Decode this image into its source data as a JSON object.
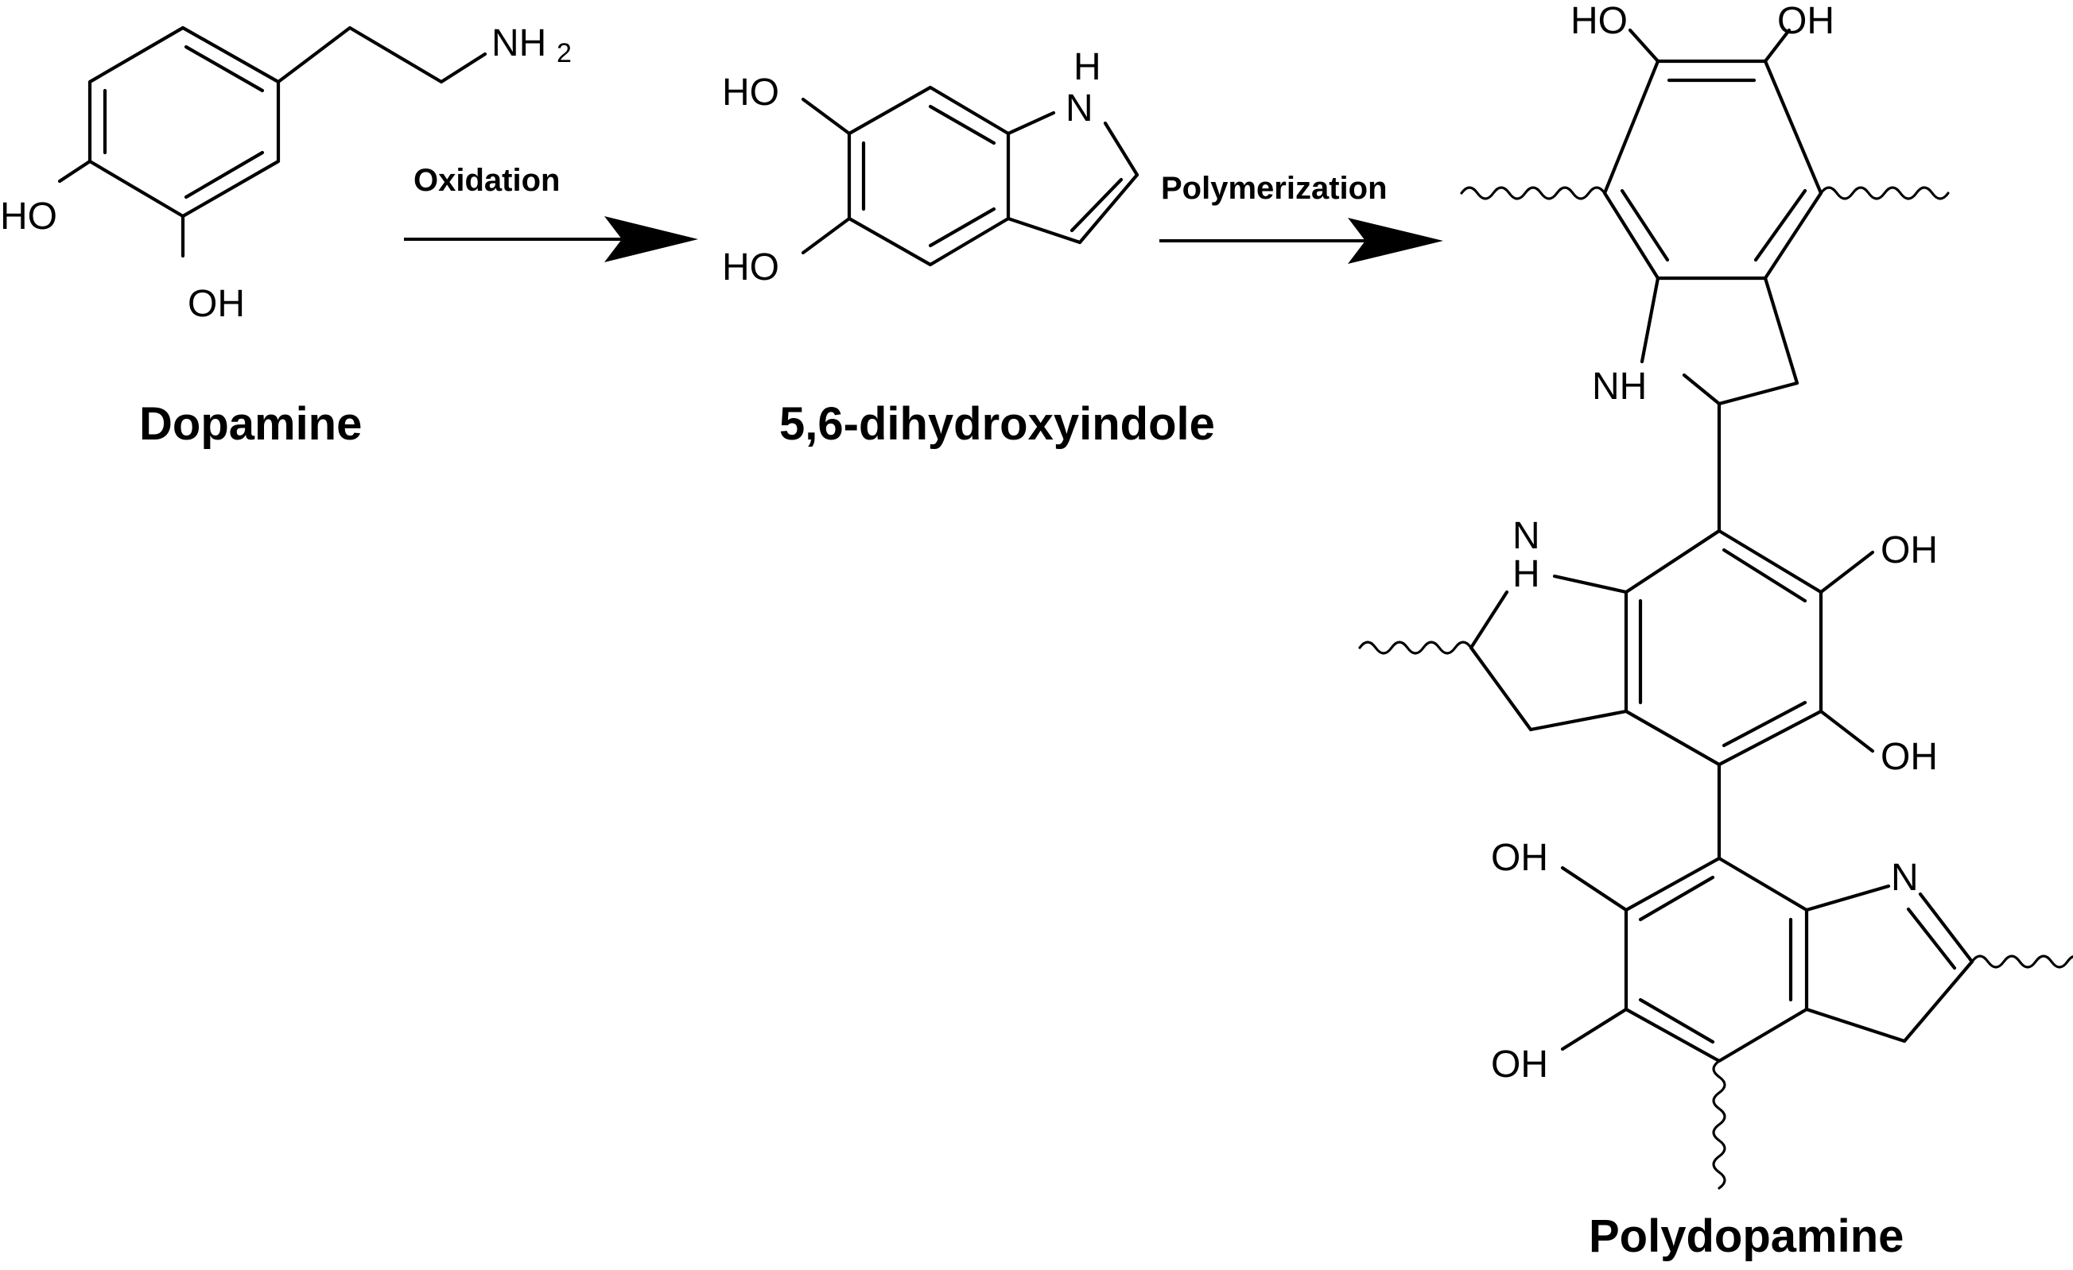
{
  "compounds": {
    "dopamine": {
      "name": "Dopamine",
      "atoms": {
        "amine": "NH",
        "amine_sub": "2",
        "hydroxyl_left": "HO",
        "hydroxyl_bottom": "OH"
      }
    },
    "dhi": {
      "name": "5,6-dihydroxyindole",
      "atoms": {
        "hydroxyl_top": "HO",
        "hydroxyl_bottom": "HO",
        "nitrogen": "N",
        "nitrogen_h": "H"
      }
    },
    "polydopamine": {
      "name": "Polydopamine",
      "atoms": {
        "unit1_oh_left": "HO",
        "unit1_oh_right": "OH",
        "unit1_nh": "NH",
        "unit2_n": "N",
        "unit2_h": "H",
        "unit2_oh_top": "OH",
        "unit2_oh_bottom": "OH",
        "unit3_oh_top": "OH",
        "unit3_oh_bottom": "OH",
        "unit3_n": "N"
      }
    }
  },
  "arrows": {
    "oxidation": {
      "label": "Oxidation"
    },
    "polymerization": {
      "label": "Polymerization"
    }
  }
}
